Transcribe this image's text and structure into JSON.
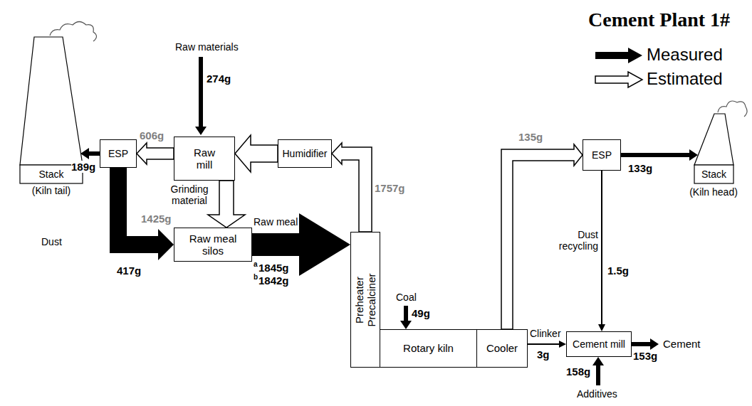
{
  "diagram": {
    "title": "Cement Plant 1#",
    "nodes": [
      {
        "text": [
          "Stack",
          "(Kiln tail)"
        ]
      },
      {
        "text": [
          "ESP"
        ]
      },
      {
        "text": [
          "Raw mill"
        ]
      },
      {
        "text": [
          "Humidifier"
        ]
      },
      {
        "text": [
          "Raw meal silos"
        ]
      },
      {
        "text": [
          "Preheater Precalciner"
        ]
      },
      {
        "text": [
          "Rotary kiln"
        ]
      },
      {
        "text": [
          "Cooler"
        ]
      },
      {
        "text": [
          "ESP"
        ]
      },
      {
        "text": [
          "Stack",
          "(Kiln head)"
        ]
      },
      {
        "text": [
          "Cement mill"
        ]
      }
    ],
    "edges": [
      {
        "from": 2,
        "to": 1,
        "arrow": "to",
        "label": "606g"
      },
      {
        "from": 1,
        "to": 0,
        "arrow": "to",
        "label": "189g"
      },
      {
        "from": 1,
        "to": 4,
        "arrow": "to",
        "label": "417g"
      },
      {
        "from": 2,
        "to": 4,
        "arrow": "to",
        "label": "1425g"
      },
      {
        "from": 4,
        "to": 5,
        "arrow": "to",
        "label": "Raw meal"
      },
      {
        "from": 5,
        "to": 3,
        "arrow": "to",
        "label": "1757g"
      },
      {
        "from": 3,
        "to": 2,
        "arrow": "to"
      },
      {
        "from": 7,
        "to": 8,
        "arrow": "to",
        "label": "135g"
      },
      {
        "from": 8,
        "to": 9,
        "arrow": "to",
        "label": "133g"
      },
      {
        "from": 8,
        "to": 10,
        "arrow": "to",
        "label": "1.5g"
      },
      {
        "from": 7,
        "to": 10,
        "arrow": "to",
        "label": "3g"
      }
    ],
    "labels": [
      "Raw materials",
      "274g",
      "Grinding material",
      "Dust",
      "a",
      "1845g",
      "b",
      "1842g",
      "Coal",
      "49g",
      "Dust recycling",
      "Clinker",
      "153g",
      "Cement",
      "158g",
      "Additives"
    ],
    "legend": [
      {
        "text": "Measured"
      },
      {
        "text": "Estimated"
      }
    ]
  }
}
